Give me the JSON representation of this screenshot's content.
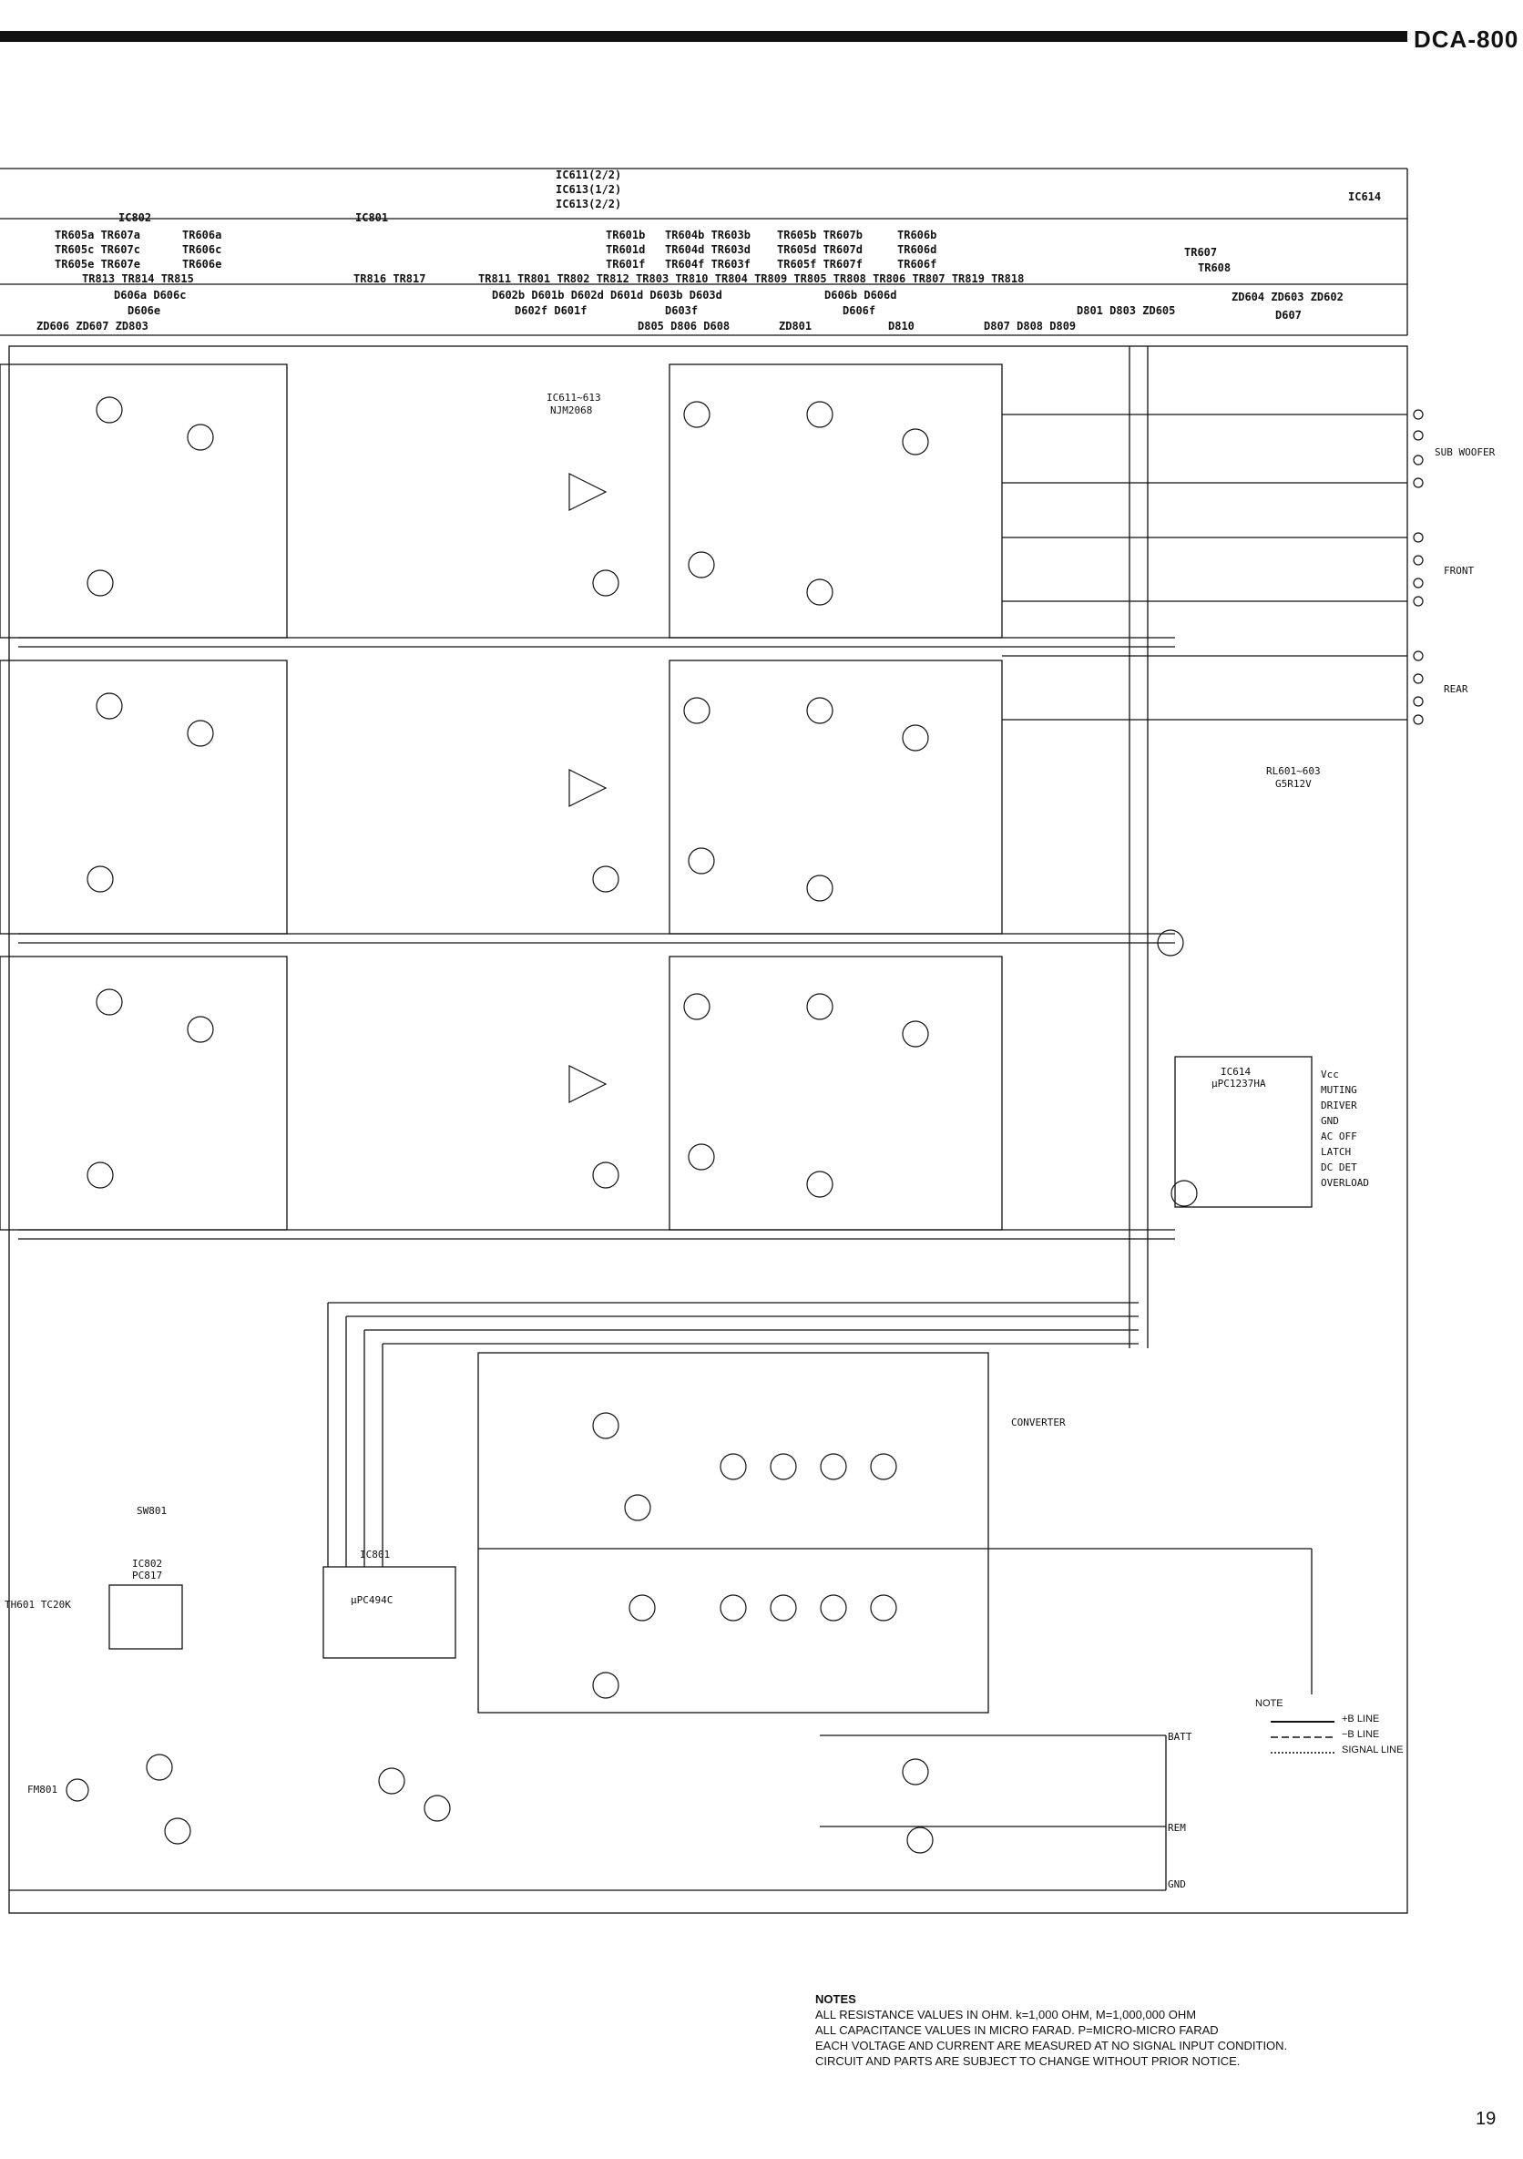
{
  "header": {
    "model": "DCA-800"
  },
  "table": {
    "row1": [
      "IC611(2/2)",
      "IC613(1/2)",
      "IC613(2/2)",
      "IC614"
    ],
    "row2": [
      "IC802",
      "IC801"
    ],
    "row3a": [
      "TR605a TR607a",
      "TR606a",
      "TR601b",
      "TR604b TR603b",
      "TR605b TR607b",
      "TR606b"
    ],
    "row3b": [
      "TR605c TR607c",
      "TR606c",
      "TR601d",
      "TR604d TR603d",
      "TR605d TR607d",
      "TR606d",
      "TR607"
    ],
    "row3c": [
      "TR605e TR607e",
      "TR606e",
      "TR601f",
      "TR604f TR603f",
      "TR605f TR607f",
      "TR606f",
      "TR608"
    ],
    "row4": [
      "TR813 TR814 TR815",
      "TR816 TR817",
      "TR811",
      "TR801 TR802 TR812 TR803 TR810 TR804 TR809 TR805 TR808 TR806 TR807 TR819 TR818"
    ],
    "row5": [
      "D606a D606c",
      "D602b D601b D602d D601d D603b D603d",
      "D606b D606d",
      "ZD604 ZD603 ZD602"
    ],
    "row6": [
      "D606e",
      "D602f D601f",
      "D603f",
      "D606f",
      "D801 D803 ZD605",
      "D607"
    ],
    "row7": [
      "ZD606 ZD607 ZD803",
      "D805 D806 D608",
      "ZD801",
      "D810",
      "D807 D808 D809"
    ]
  },
  "labels": {
    "ic611": "IC611~613",
    "ic611_type": "NJM2068",
    "ic614": "IC614",
    "ic614_type": "μPC1237HA",
    "ic801": "IC801",
    "ic801_type": "μPC494C",
    "ic802": "IC802",
    "ic802_type": "PC817",
    "rl": "RL601~603",
    "rl_type": "G5R12V",
    "converter": "CONVERTER",
    "sub": "SUB WOOFER",
    "front": "FRONT",
    "rear": "REAR",
    "batt": "BATT",
    "rem": "REM",
    "gnd": "GND",
    "fm801": "FM801",
    "sw801": "SW801",
    "th601": "TH601 TC20K"
  },
  "ic614_pins": [
    "Vcc",
    "MUTING",
    "DRIVER",
    "GND",
    "AC OFF",
    "LATCH",
    "DC DET",
    "OVERLOAD"
  ],
  "legend": {
    "title": "NOTE",
    "items": [
      "+B LINE",
      "−B LINE",
      "SIGNAL LINE"
    ]
  },
  "notes": {
    "title": "NOTES",
    "lines": [
      "ALL RESISTANCE VALUES IN OHM. k=1,000 OHM, M=1,000,000 OHM",
      "ALL CAPACITANCE VALUES IN MICRO FARAD. P=MICRO-MICRO FARAD",
      "EACH VOLTAGE AND CURRENT ARE MEASURED AT NO SIGNAL INPUT CONDITION.",
      "CIRCUIT AND PARTS ARE SUBJECT TO CHANGE WITHOUT PRIOR NOTICE."
    ]
  },
  "page_number": "19"
}
